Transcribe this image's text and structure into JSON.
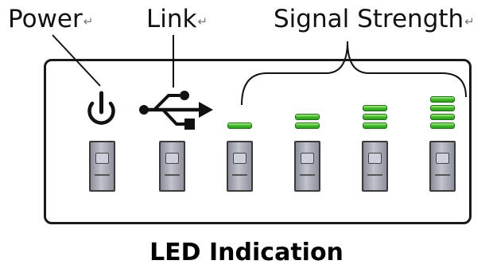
{
  "labels": {
    "power": "Power",
    "link": "Link",
    "signal": "Signal Strength"
  },
  "return_mark": "↵",
  "caption": "LED Indication",
  "icons": [
    "power-icon",
    "usb-icon"
  ],
  "signal_levels": [
    1,
    2,
    3,
    4
  ],
  "colors": {
    "led_green": "#3fb52a",
    "led_body": "#a9acb8",
    "border": "#1a1a1a"
  }
}
